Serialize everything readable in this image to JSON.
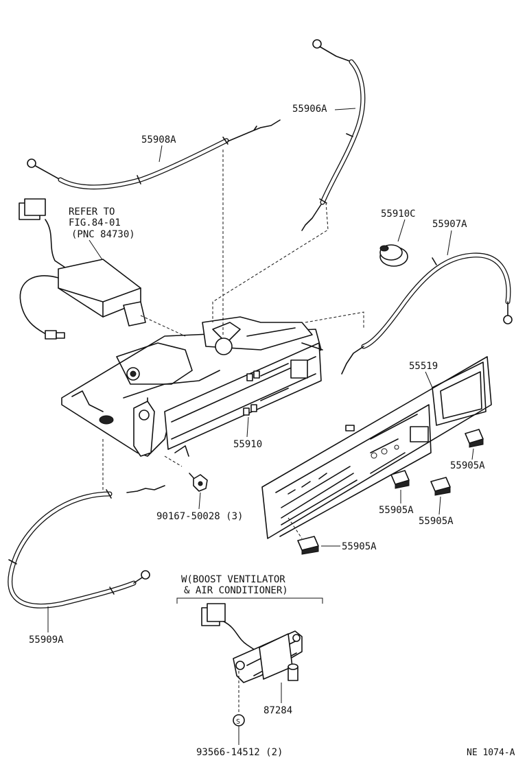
{
  "labels": {
    "cable_55908A": "55908A",
    "cable_55906A": "55906A",
    "cap_55910C": "55910C",
    "cable_55907A": "55907A",
    "refer_to_line1": "REFER TO",
    "refer_to_line2": "FIG.84-01",
    "refer_to_line3": "(PNC 84730)",
    "panel_55519": "55519",
    "knob_55905A_right": "55905A",
    "control_55910": "55910",
    "screw_part": "90167-50028 (3)",
    "knob_55905A_mid": "55905A",
    "knob_55905A_right2": "55905A",
    "knob_55905A_bottom": "55905A",
    "cable_55909A": "55909A",
    "variant_line1": "W(BOOST VENTILATOR",
    "variant_line2": "& AIR CONDITIONER)",
    "switch_87284": "87284",
    "clip_part": "93566-14512 (2)",
    "figure_id": "NE 1074-A"
  }
}
